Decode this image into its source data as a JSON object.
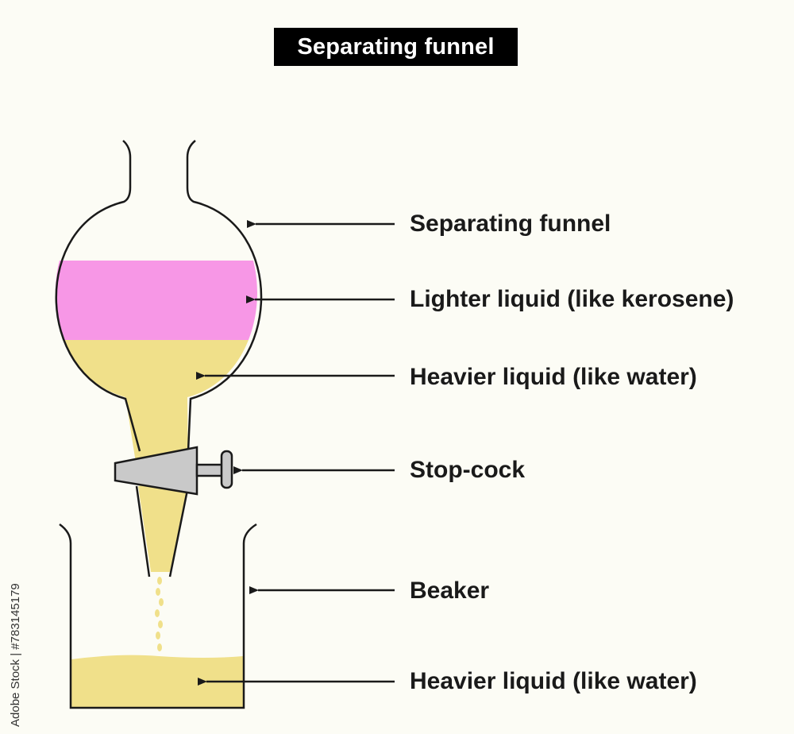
{
  "title": "Separating funnel",
  "labels": {
    "funnel": "Separating funnel",
    "lighter_liquid": "Lighter liquid (like kerosene)",
    "heavier_liquid_funnel": "Heavier liquid (like water)",
    "stopcock": "Stop-cock",
    "beaker": "Beaker",
    "heavier_liquid_beaker": "Heavier liquid (like water)"
  },
  "watermark": "Adobe Stock | #783145179",
  "colors": {
    "background": "#fcfcf5",
    "lighter_liquid": "#f797e6",
    "heavier_liquid": "#f0e08a",
    "stopcock": "#c9c9c9",
    "outline": "#1a1a1a"
  }
}
